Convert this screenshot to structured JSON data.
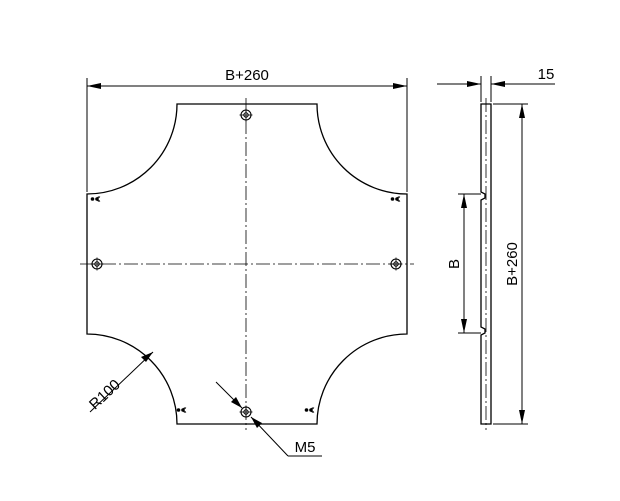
{
  "dimensions": {
    "top_width": "B+260",
    "thickness": "15",
    "side_height": "B+260",
    "slot": "B",
    "radius": "R100",
    "thread": "M5"
  }
}
